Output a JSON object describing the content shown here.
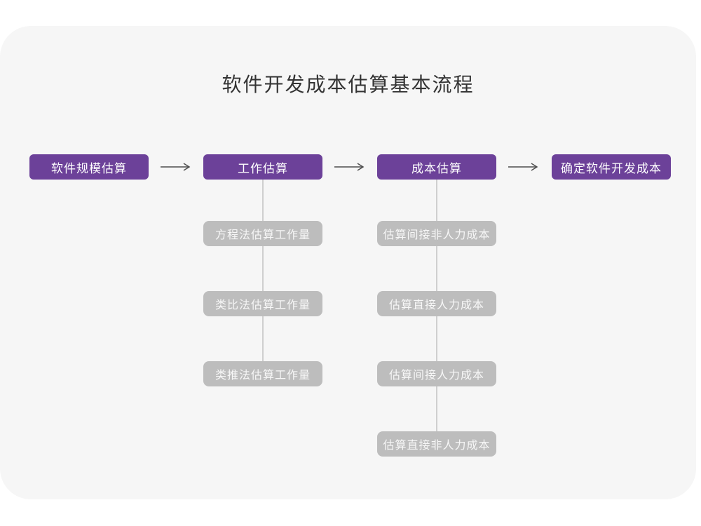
{
  "title": "软件开发成本估算基本流程",
  "colors": {
    "stage_fill": "#6C4199",
    "stage_text": "#FFFFFF",
    "sub_fill": "#BDBDBD",
    "sub_text": "#F7F7F7",
    "arrow": "#4D4D4D",
    "connector": "#CFCFCF",
    "canvas_background": "#F6F6F6",
    "page_background": "#FFFFFF",
    "title_text": "#333333"
  },
  "stages": [
    {
      "label": "软件规模估算",
      "children": []
    },
    {
      "label": "工作估算",
      "children": [
        "方程法估算工作量",
        "类比法估算工作量",
        "类推法估算工作量"
      ]
    },
    {
      "label": "成本估算",
      "children": [
        "估算间接非人力成本",
        "估算直接人力成本",
        "估算间接人力成本",
        "估算直接非人力成本"
      ]
    },
    {
      "label": "确定软件开发成本",
      "children": []
    }
  ]
}
